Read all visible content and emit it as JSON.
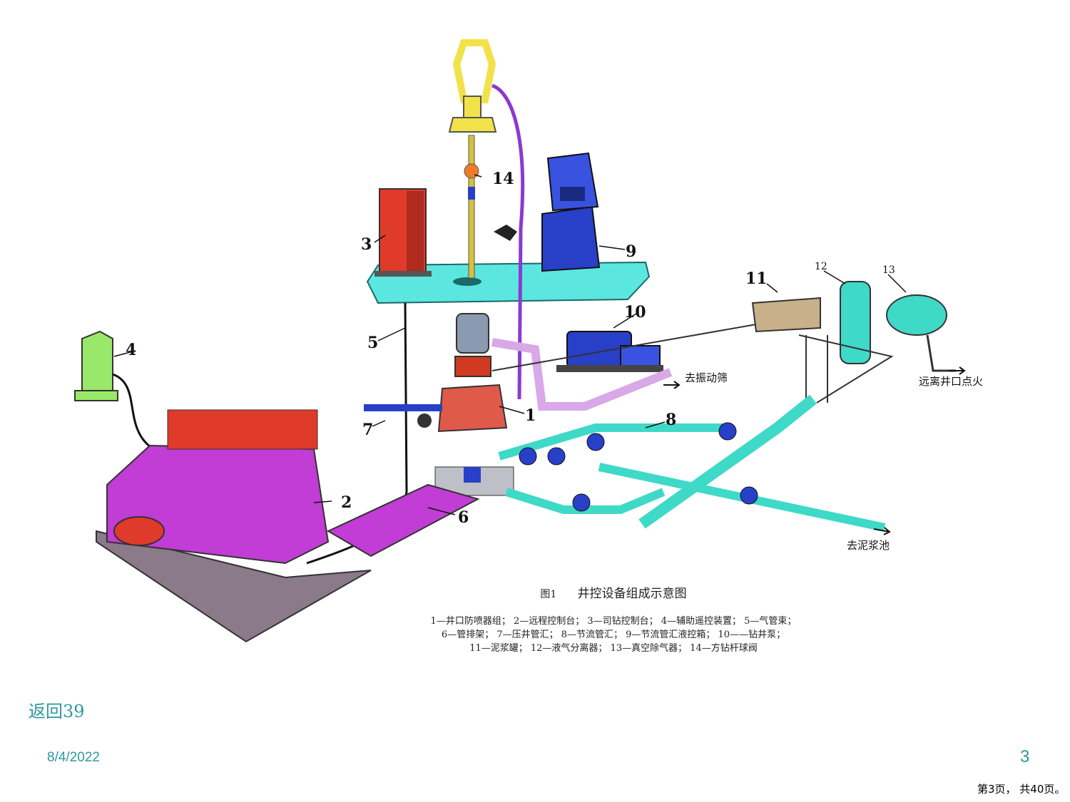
{
  "labels": {
    "n1": "1",
    "n2": "2",
    "n3": "3",
    "n4": "4",
    "n5": "5",
    "n6": "6",
    "n7": "7",
    "n8": "8",
    "n9": "9",
    "n10": "10",
    "n11": "11",
    "n12": "12",
    "n13": "13",
    "n14": "14"
  },
  "destinations": {
    "shaker": "去振动筛",
    "ignite": "远离井口点火",
    "mud_pit": "去泥浆池"
  },
  "figure": {
    "number": "图1",
    "title": "井控设备组成示意图",
    "legend": [
      "1—井口防喷器组； 2—远程控制台； 3—司钻控制台； 4—辅助遥控装置； 5—气管束；",
      "6—管排架； 7—压井管汇； 8—节流管汇； 9—节流管汇液控箱； 10——钻井泵；",
      "11—泥浆罐； 12—液气分离器； 13—真空除气器； 14—方钻杆球阀"
    ]
  },
  "footer": {
    "back_link": "返回39",
    "date": "8/4/2022",
    "slide_number": "3",
    "page_counter": "第3页， 共40页。"
  },
  "colors": {
    "platform": "#5ce6e0",
    "pipe": "#3fd9c8",
    "control_unit": "#c23cd6",
    "red_component": "#e03a2a",
    "blue_box": "#2840c8",
    "green_box": "#9ae86a",
    "yellow_hook": "#f2e24a",
    "accent_text": "#2a9aa0"
  }
}
